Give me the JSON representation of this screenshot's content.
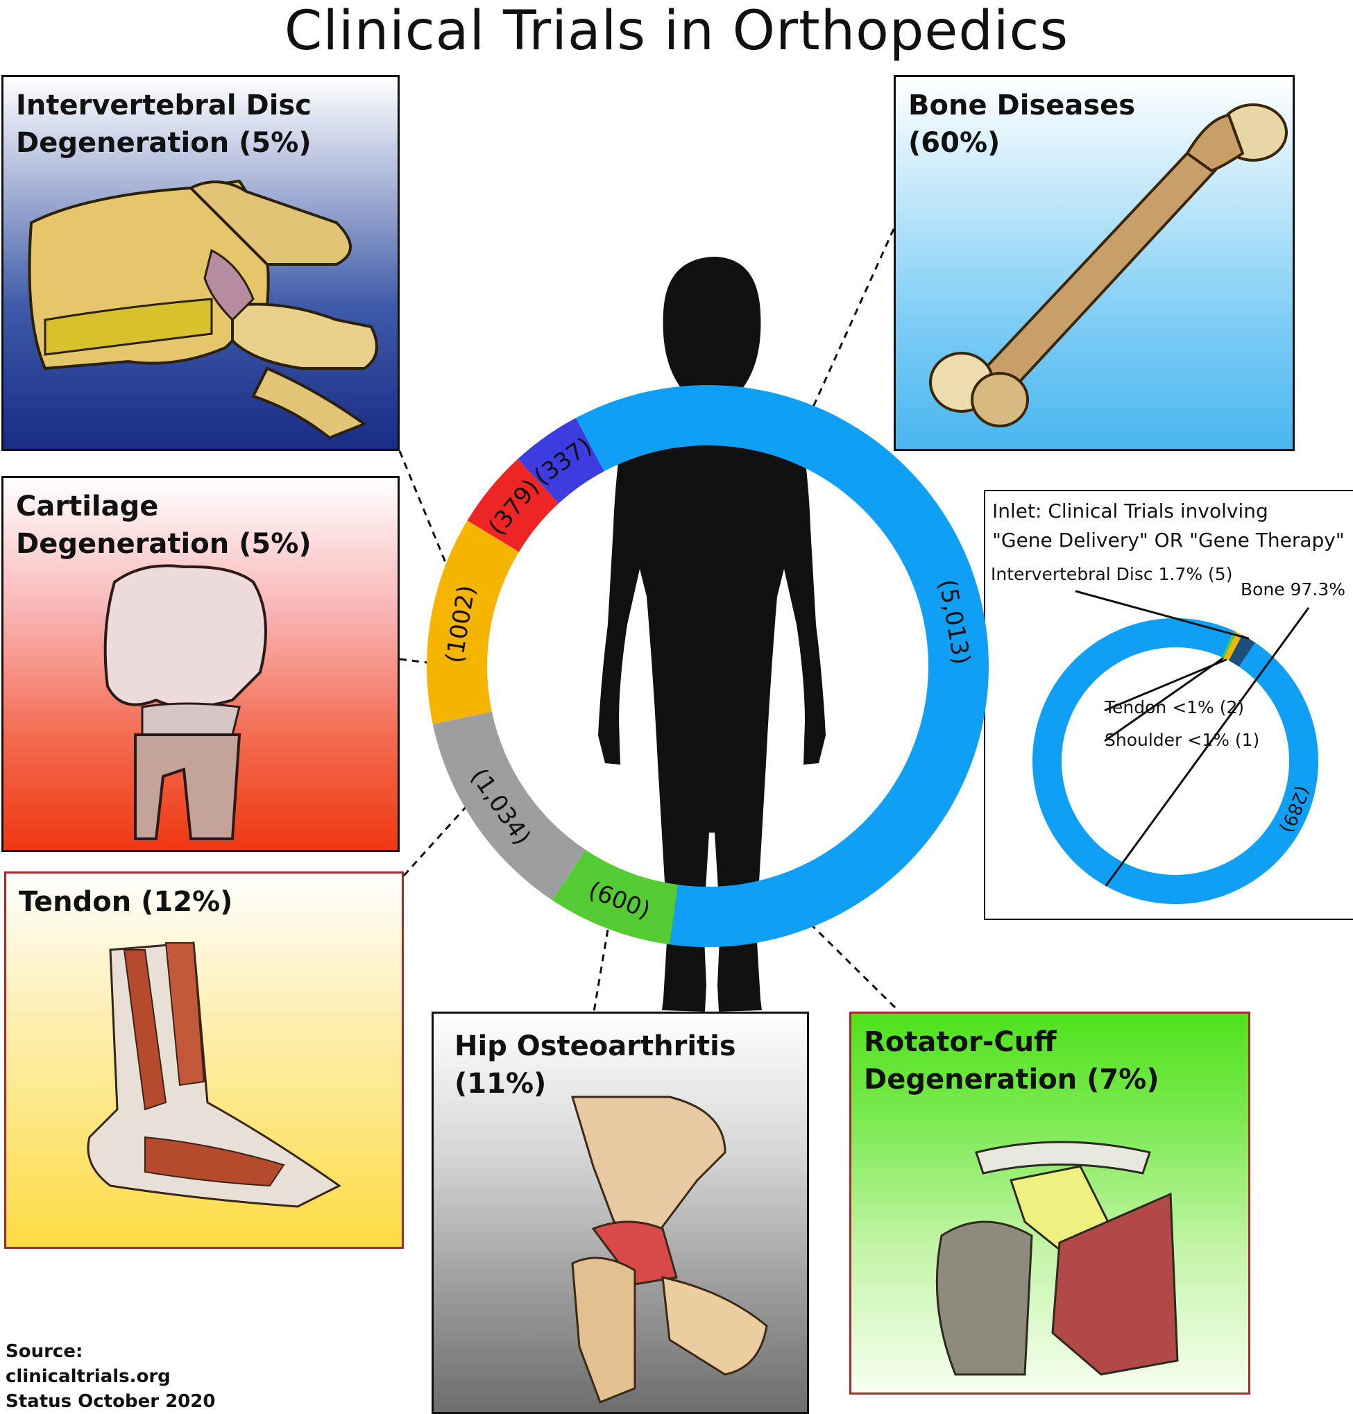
{
  "title": "Clinical Trials in Orthopedics",
  "panels": {
    "disc": {
      "line1": "Intervertebral Disc",
      "line2": "Degeneration (5%)"
    },
    "bone": {
      "line1": "Bone Diseases",
      "line2": "(60%)"
    },
    "cartilage": {
      "line1": "Cartilage",
      "line2": "Degeneration (5%)"
    },
    "tendon": {
      "line1": "Tendon (12%)"
    },
    "hip": {
      "line1": "Hip Osteoarthritis",
      "line2": "(11%)"
    },
    "rotator": {
      "line1": "Rotator-Cuff",
      "line2": "Degeneration (7%)"
    }
  },
  "inset": {
    "title_line1": "Inlet: Clinical Trials involving",
    "title_line2": "\"Gene Delivery\" OR \"Gene Therapy\""
  },
  "source": {
    "line1": "Source:",
    "line2": "clinicaltrials.org",
    "line3": "Status October 2020"
  },
  "chart_data": [
    {
      "type": "pie",
      "subtype": "donut",
      "title": "",
      "slices": [
        {
          "label": "(5,013)",
          "value": 5013,
          "color": "#0fa0f5"
        },
        {
          "label": "(600)",
          "value": 600,
          "color": "#55cc33"
        },
        {
          "label": "(1,034)",
          "value": 1034,
          "color": "#9e9e9e"
        },
        {
          "label": "(1002)",
          "value": 1002,
          "color": "#f5b400"
        },
        {
          "label": "(379)",
          "value": 379,
          "color": "#ee2525"
        },
        {
          "label": "(337)",
          "value": 337,
          "color": "#3c3ce0"
        }
      ]
    },
    {
      "type": "pie",
      "subtype": "donut",
      "title": "",
      "slices": [
        {
          "label": "Bone 97.3%",
          "count_label": "(289)",
          "value": 289,
          "color": "#0fa0f5"
        },
        {
          "label": "Shoulder <1% (1)",
          "value": 1,
          "color": "#55cc33"
        },
        {
          "label": "Tendon <1% (2)",
          "value": 2,
          "color": "#f5b400"
        },
        {
          "label": "Intervertebral Disc 1.7% (5)",
          "value": 5,
          "color": "#1e4e7a"
        }
      ]
    }
  ]
}
